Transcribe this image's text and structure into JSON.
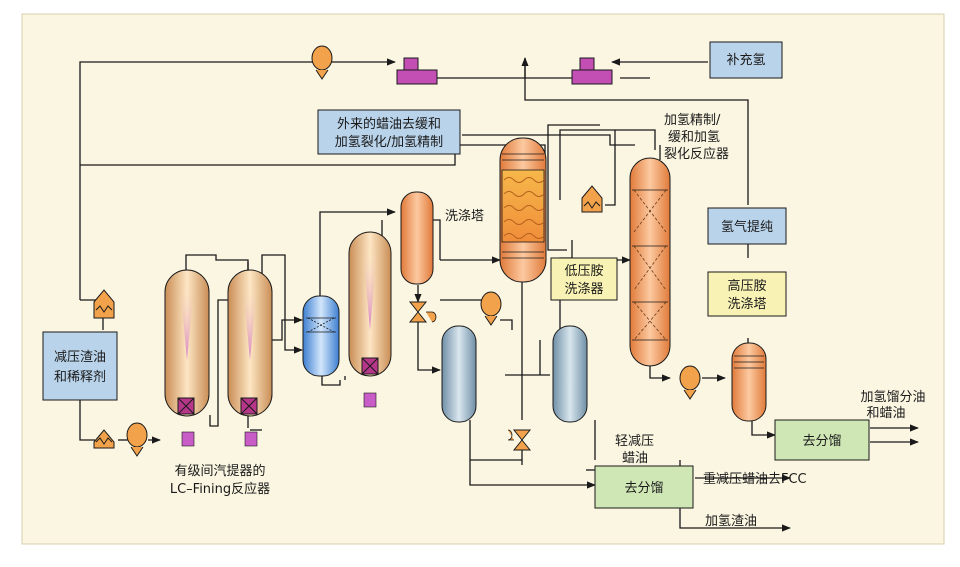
{
  "colors": {
    "background": "#fbf6e2",
    "line": "#1a1a1a",
    "box_blue": "#b9d3ea",
    "box_yellow": "#f8f2b4",
    "box_green": "#cfe6b5",
    "pump_orange": "#f2a24a",
    "compressor_magenta": "#c44fb4"
  },
  "labels": {
    "feed": [
      "减压渣油",
      "和稀释剂"
    ],
    "makeup_h2": "补充氢",
    "external_feed": [
      "外来的蜡油去缓和",
      "加氢裂化/加氢精制"
    ],
    "hydrotreating": [
      "加氢精制/",
      "缓和加氢",
      "裂化反应器"
    ],
    "wash_tower": "洗涤塔",
    "lp_amine": [
      "低压胺",
      "洗涤器"
    ],
    "h2_purification": "氢气提纯",
    "hp_amine": [
      "高压胺",
      "洗涤塔"
    ],
    "lc_fining": [
      "有级间汽提器的",
      "LC–Fining反应器"
    ],
    "light_vgo": [
      "轻减压",
      "蜡油"
    ],
    "to_fractionation_1": "去分馏",
    "to_fractionation_2": "去分馏",
    "heavy_vgo": "重减压蜡油去FCC",
    "hydro_residue": "加氢渣油",
    "distillate": [
      "加氢馏分油",
      "和蜡油"
    ]
  }
}
